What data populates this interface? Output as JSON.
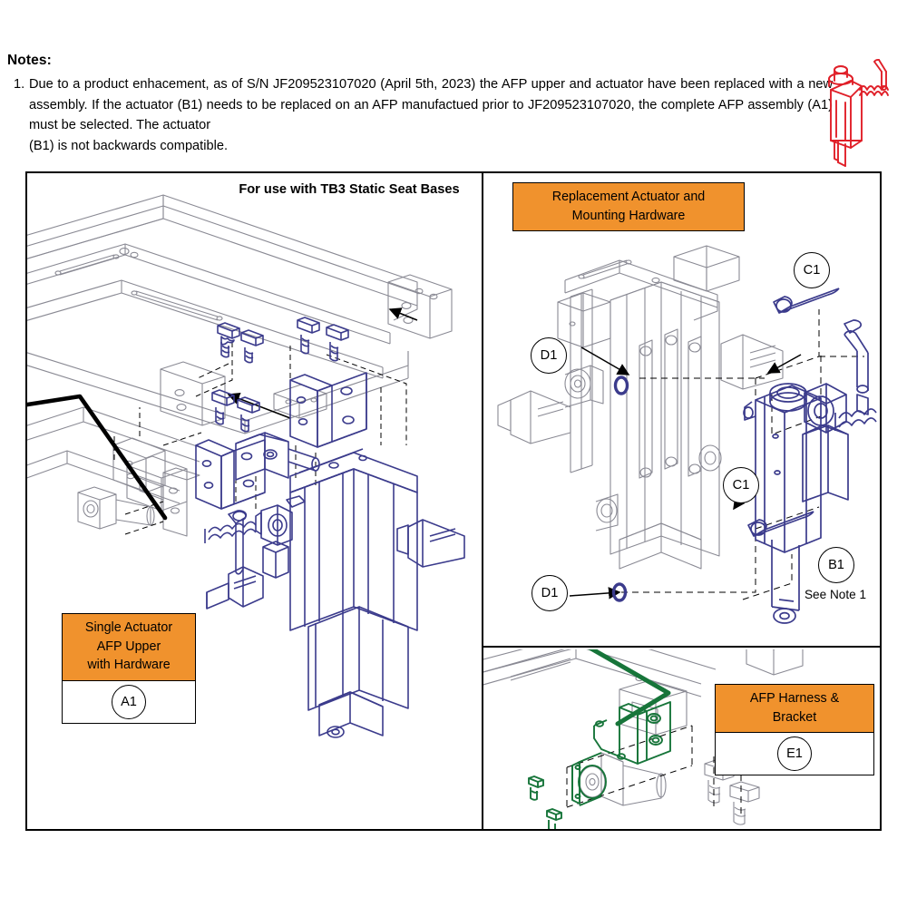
{
  "notes": {
    "heading": "Notes:",
    "items": [
      {
        "number": "1.",
        "text": "Due to a product enhacement, as of S/N JF209523107020 (April 5th, 2023) the AFP upper and actuator have been replaced with a new assembly. If the actuator (B1) needs to be replaced on an AFP manufactued prior to JF209523107020, the complete AFP assembly (A1) must be selected. The actuator",
        "last_line": "(B1) is not backwards compatible."
      }
    ]
  },
  "note_icon": {
    "name": "actuator-red-schematic",
    "color": "#E02029"
  },
  "panels": {
    "left": {
      "title": "For use with TB3 Static Seat Bases",
      "tag": {
        "title_lines": [
          "Single Actuator",
          "AFP Upper",
          "with Hardware"
        ],
        "id": "A1"
      }
    },
    "right_top": {
      "tag": {
        "title_lines": [
          "Replacement Actuator and",
          "Mounting Hardware"
        ]
      },
      "callouts": [
        {
          "id": "C1",
          "position": "upper-right"
        },
        {
          "id": "D1",
          "position": "upper-left"
        },
        {
          "id": "C1",
          "position": "lower-middle"
        },
        {
          "id": "D1",
          "position": "lower-left"
        },
        {
          "id": "B1",
          "position": "lower-right",
          "subnote": "See Note 1"
        }
      ]
    },
    "right_bottom": {
      "tag": {
        "title_lines": [
          "AFP Harness &",
          "Bracket"
        ],
        "id": "E1"
      }
    }
  },
  "colors": {
    "orange": "#F0922D",
    "blue_line": "#3B3B8C",
    "green_line": "#17753A",
    "red_icon": "#E02029",
    "grey_line": "#8A8A94",
    "frame": "#000000"
  }
}
